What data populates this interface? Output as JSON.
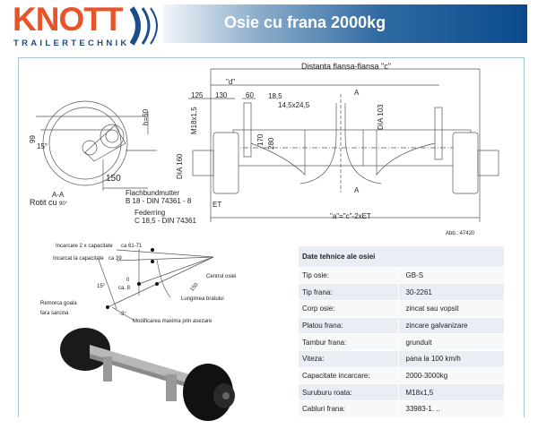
{
  "header": {
    "brand": "KNOTT",
    "brand_sub": "TRAILERTECHNIK",
    "title": "Osie cu frana 2000kg",
    "brand_color": "#e8532a",
    "accent": "#0a4a8c"
  },
  "drawing": {
    "section_label": "A-A",
    "rotated": "Rotit cu",
    "rotated_deg": "90°",
    "dim_99": "99",
    "dim_15": "15°",
    "dim_h60": "h=60",
    "dim_150": "150",
    "dim_125": "125",
    "dim_130": "130",
    "dim_60": "60",
    "dim_18_5": "18,5",
    "dim_14_5": "14,5x24,5",
    "dim_d": "\"d\"",
    "dim_c": "Distanta flansa-flansa \"c\"",
    "dim_m18": "M18x1,5",
    "dim_dia160": "DIA 160",
    "dim_170": "170",
    "dim_280": "280",
    "dim_dia103": "DIA 103",
    "sect_a": "A",
    "nut1": "Flachbundmutter",
    "nut2": "B 18 - DIN 74361 - 8",
    "ring1": "Federring",
    "ring2": "C 18,5 - DIN 74361",
    "et": "ET",
    "formula": "\"a\"=\"c\"-2xET",
    "abb": "Abb.: 47420"
  },
  "swing": {
    "load2": "Incarcare 2 x capacitate",
    "load2_v": "ca 61-71",
    "load1": "Incarcat la capacitate",
    "load1_v": "ca 39",
    "zero": "0",
    "ca8": "ca. 8",
    "deg15": "15°",
    "center": "Centrul osiei",
    "arm_len": "150",
    "arm": "Lungimea bratului",
    "empty1": "Remorca goala",
    "empty2": "fara sarcina",
    "deg3": "-3°",
    "maxchg": "Modificarea maxima prin asezare"
  },
  "specs": {
    "title": "Date tehnice ale osiei",
    "rows": [
      {
        "k": "Tip osie:",
        "v": "GB-S"
      },
      {
        "k": "Tip frana:",
        "v": "30-2261"
      },
      {
        "k": "Corp osie:",
        "v": "zincat sau vopsit"
      },
      {
        "k": "Platou frana:",
        "v": "zincare galvanizare"
      },
      {
        "k": "Tambur frana:",
        "v": "grunduit"
      },
      {
        "k": "Viteza:",
        "v": "pana la 100 km/h"
      },
      {
        "k": "Capacitate incarcare:",
        "v": "2000-3000kg"
      },
      {
        "k": "Suruburu roata:",
        "v": "M18x1,5"
      },
      {
        "k": "Cabluri frana:",
        "v": "33983-1. .."
      }
    ]
  }
}
